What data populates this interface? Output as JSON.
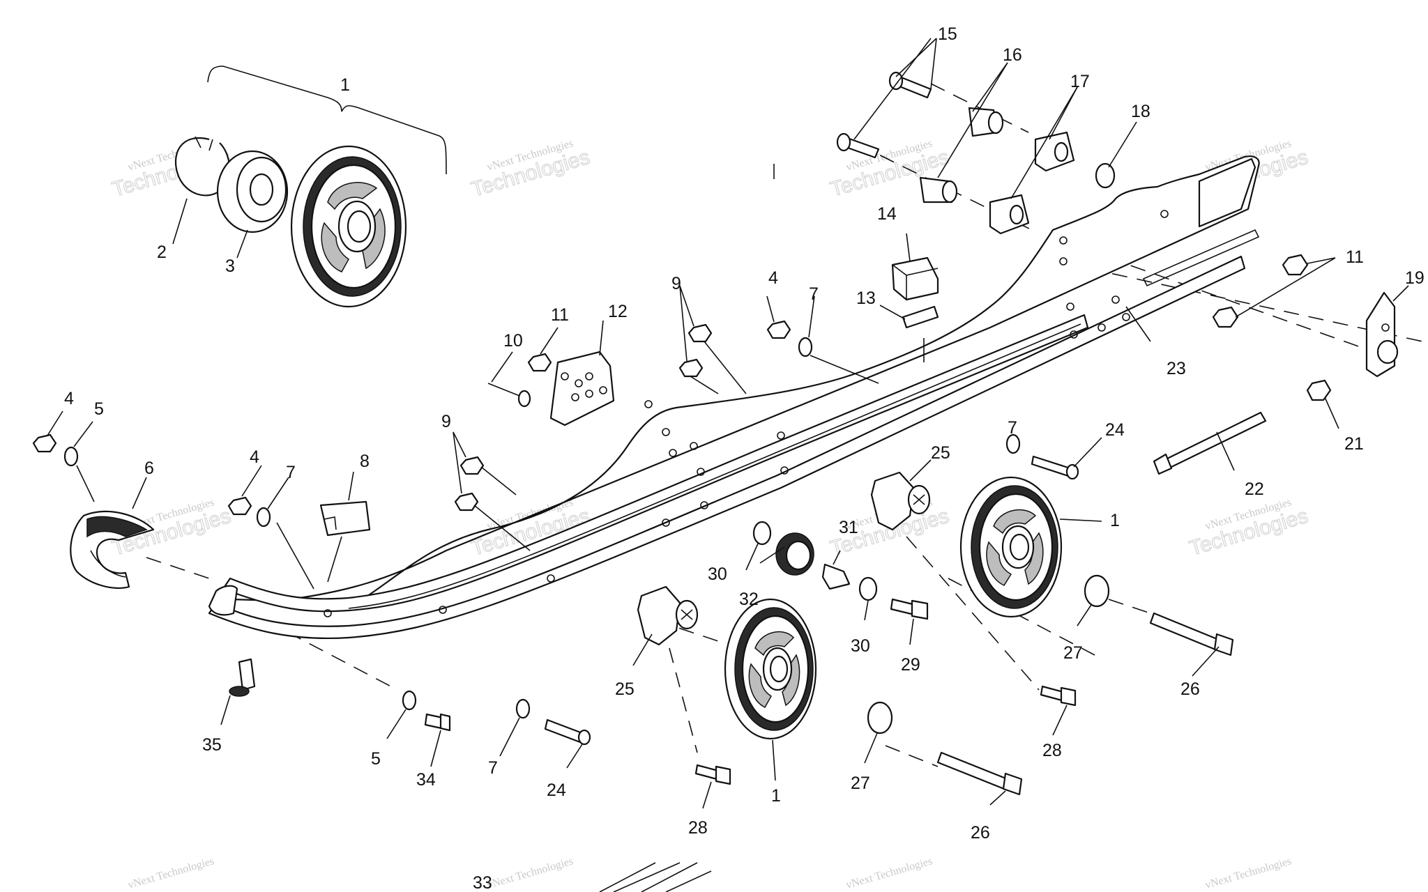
{
  "watermark": {
    "line1": "vNext Technologies",
    "line2": "Technologies"
  },
  "callouts": {
    "c1_top": "1",
    "c1_mid": "1",
    "c1_bottom": "1",
    "c2": "2",
    "c3": "3",
    "c4_top": "4",
    "c4_left": "4",
    "c4_mid": "4",
    "c5_left": "5",
    "c5_bottom": "5",
    "c6": "6",
    "c7_top": "7",
    "c7_left": "7",
    "c7_right": "7",
    "c7_bottom": "7",
    "c8": "8",
    "c9_top": "9",
    "c9_left": "9",
    "c10": "10",
    "c11_mid": "11",
    "c11_right": "11",
    "c12": "12",
    "c13": "13",
    "c14": "14",
    "c15": "15",
    "c16": "16",
    "c17": "17",
    "c18": "18",
    "c19": "19",
    "c21": "21",
    "c22": "22",
    "c23": "23",
    "c24_right": "24",
    "c24_bottom": "24",
    "c25_right": "25",
    "c25_left": "25",
    "c26_right": "26",
    "c26_bottom": "26",
    "c27_right": "27",
    "c27_bottom": "27",
    "c28_right": "28",
    "c28_bottom": "28",
    "c29": "29",
    "c30_left": "30",
    "c30_right": "30",
    "c31": "31",
    "c32": "32",
    "c33": "33",
    "c34": "34",
    "c35": "35"
  }
}
